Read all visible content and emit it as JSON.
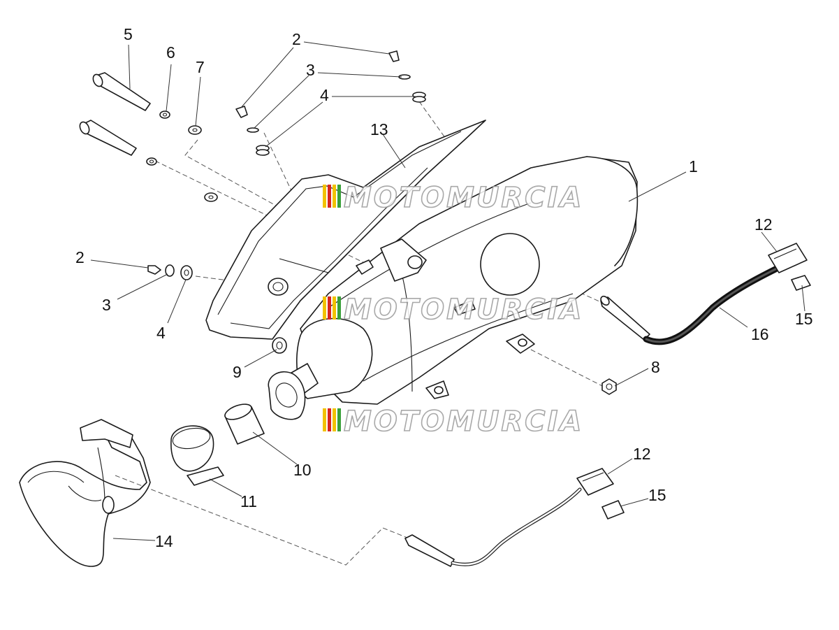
{
  "callouts": [
    {
      "id": "1",
      "text": "1"
    },
    {
      "id": "2a",
      "text": "2"
    },
    {
      "id": "2b",
      "text": "2"
    },
    {
      "id": "3a",
      "text": "3"
    },
    {
      "id": "3b",
      "text": "3"
    },
    {
      "id": "4a",
      "text": "4"
    },
    {
      "id": "4b",
      "text": "4"
    },
    {
      "id": "5",
      "text": "5"
    },
    {
      "id": "6",
      "text": "6"
    },
    {
      "id": "7",
      "text": "7"
    },
    {
      "id": "8",
      "text": "8"
    },
    {
      "id": "9",
      "text": "9"
    },
    {
      "id": "10",
      "text": "10"
    },
    {
      "id": "11",
      "text": "11"
    },
    {
      "id": "12a",
      "text": "12"
    },
    {
      "id": "12b",
      "text": "12"
    },
    {
      "id": "13",
      "text": "13"
    },
    {
      "id": "14",
      "text": "14"
    },
    {
      "id": "15a",
      "text": "15"
    },
    {
      "id": "15b",
      "text": "15"
    },
    {
      "id": "16",
      "text": "16"
    }
  ],
  "watermark": {
    "text": "MOTOMURCIA",
    "colors": [
      "#f2c200",
      "#d7261e",
      "#f2c200",
      "#3aa03a"
    ]
  }
}
